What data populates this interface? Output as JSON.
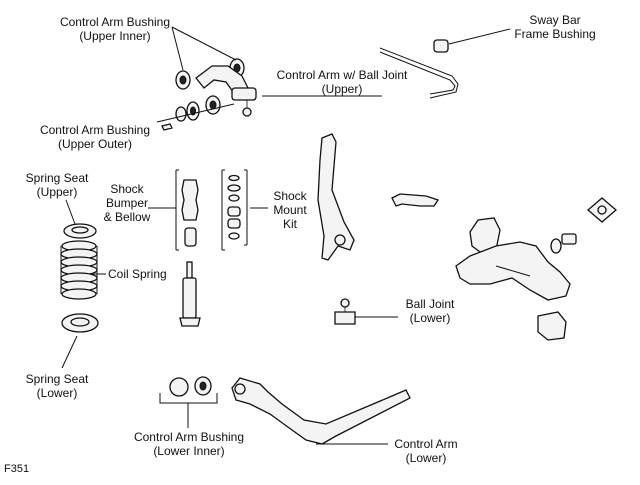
{
  "figure_id": "F351",
  "labels": {
    "control_arm_bushing_upper_inner": [
      "Control Arm Bushing",
      "(Upper Inner)"
    ],
    "sway_bar_frame_bushing": [
      "Sway Bar",
      "Frame Bushing"
    ],
    "control_arm_ball_joint_upper": [
      "Control Arm w/ Ball Joint",
      "(Upper)"
    ],
    "control_arm_bushing_upper_outer": [
      "Control Arm Bushing",
      "(Upper Outer)"
    ],
    "spring_seat_upper": [
      "Spring Seat",
      "(Upper)"
    ],
    "shock_bumper_bellow": [
      "Shock",
      "Bumper",
      "& Bellow"
    ],
    "shock_mount_kit": [
      "Shock",
      "Mount",
      "Kit"
    ],
    "coil_spring": [
      "Coil Spring"
    ],
    "ball_joint_lower": [
      "Ball Joint",
      "(Lower)"
    ],
    "spring_seat_lower": [
      "Spring Seat",
      "(Lower)"
    ],
    "control_arm_bushing_lower_inner": [
      "Control Arm Bushing",
      "(Lower Inner)"
    ],
    "control_arm_lower": [
      "Control Arm",
      "(Lower)"
    ]
  }
}
